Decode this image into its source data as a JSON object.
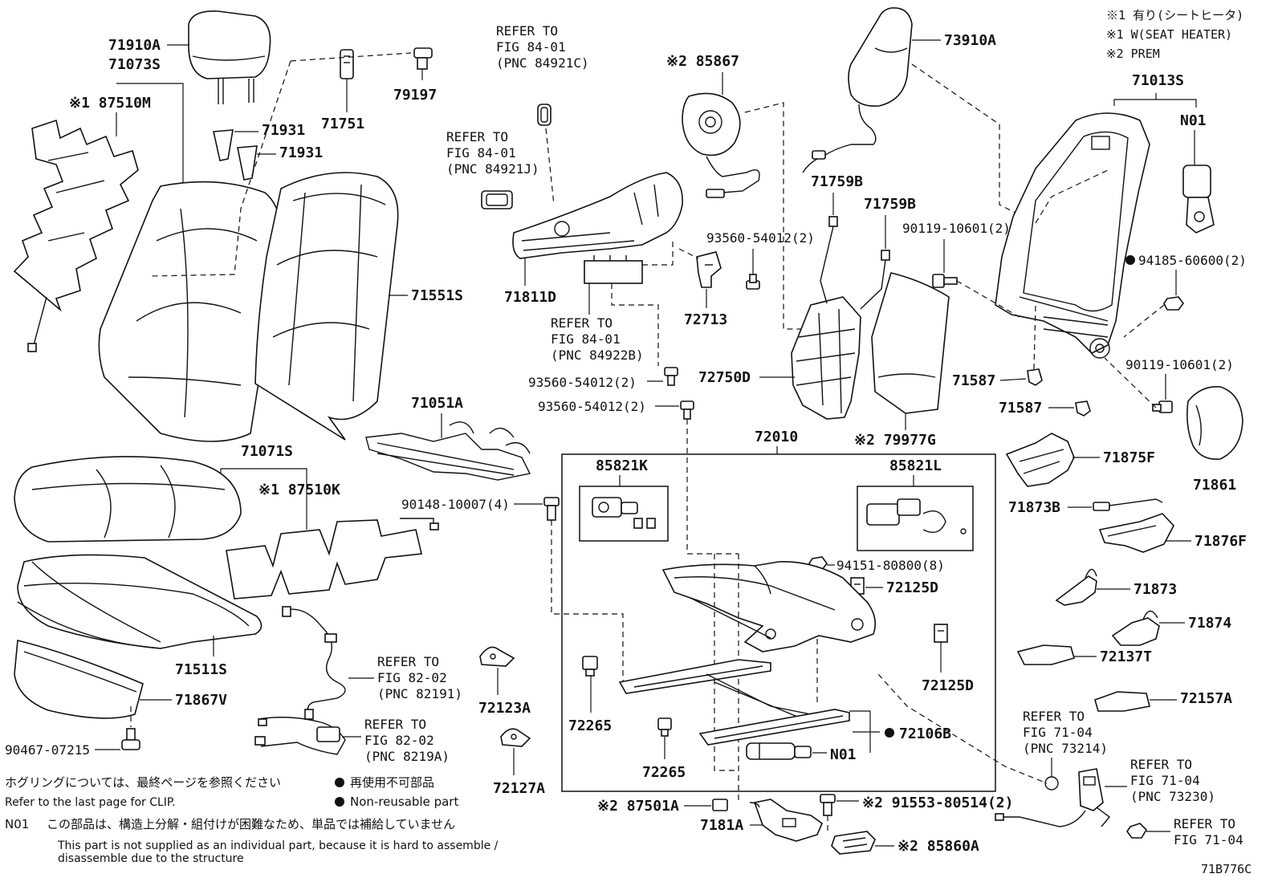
{
  "legend": {
    "line1": "※1 有り(シートヒータ)",
    "line2": "※1 W(SEAT HEATER)",
    "line3": "※2 PREM"
  },
  "labels": {
    "p71910A": "71910A",
    "p71073S": "71073S",
    "p87510M": "※1 87510M",
    "p71751": "71751",
    "p79197": "79197",
    "p71931a": "71931",
    "p71931b": "71931",
    "p71551S": "71551S",
    "p71071S": "71071S",
    "p87510K": "※1 87510K",
    "p71511S": "71511S",
    "p71867V": "71867V",
    "p90467": "90467-07215",
    "p71051A": "71051A",
    "p90148": "90148-10007(4)",
    "p71811D": "71811D",
    "p85867": "※2 85867",
    "p73910A": "73910A",
    "p72713": "72713",
    "p93560a": "93560-54012(2)",
    "p93560b": "93560-54012(2)",
    "p93560c": "93560-54012(2)",
    "p71759Ba": "71759B",
    "p71759Bb": "71759B",
    "p72750D": "72750D",
    "p79977G": "※2 79977G",
    "p72010": "72010",
    "p85821K": "85821K",
    "p85821L": "85821L",
    "p94151": "94151-80800(8)",
    "p72125Da": "72125D",
    "p72125Db": "72125D",
    "p72265a": "72265",
    "p72265b": "72265",
    "p72123A": "72123A",
    "p72127A": "72127A",
    "p72106B": "72106B",
    "pN01b": "N01",
    "p87501A": "※2 87501A",
    "p7181A": "7181A",
    "p91553": "※2 91553-80514(2)",
    "p85860A": "※2 85860A",
    "p71013S": "71013S",
    "pN01a": "N01",
    "p90119a": "90119-10601(2)",
    "p94185": "94185-60600(2)",
    "p71587a": "71587",
    "p71587b": "71587",
    "p90119b": "90119-10601(2)",
    "p71861": "71861",
    "p71875F": "71875F",
    "p71873B": "71873B",
    "p71876F": "71876F",
    "p71873": "71873",
    "p71874": "71874",
    "p72137T": "72137T",
    "p72157A": "72157A"
  },
  "refs": {
    "r1": [
      "REFER TO",
      "FIG 84-01",
      "(PNC 84921C)"
    ],
    "r2": [
      "REFER TO",
      "FIG 84-01",
      "(PNC 84921J)"
    ],
    "r3": [
      "REFER TO",
      "FIG 84-01",
      "(PNC 84922B)"
    ],
    "r4": [
      "REFER TO",
      "FIG 82-02",
      "(PNC 82191)"
    ],
    "r5": [
      "REFER TO",
      "FIG 82-02",
      "(PNC 8219A)"
    ],
    "r6": [
      "REFER TO",
      "FIG 71-04",
      "(PNC 73214)"
    ],
    "r7": [
      "REFER TO",
      "FIG 71-04",
      "(PNC 73230)"
    ],
    "r8": [
      "REFER TO",
      "FIG 71-04"
    ]
  },
  "notes": {
    "clip_jp": "ホグリングについては、最終ページを参照ください",
    "clip_en": "Refer to the last page for CLIP.",
    "nonreuse_jp": "再使用不可部品",
    "nonreuse_en": "Non-reusable part",
    "n01_key": "N01",
    "n01_jp": "この部品は、構造上分解・組付けが困難なため、単品では補給していません",
    "n01_en1": "This part is not supplied as an individual part, because it is hard to assemble /",
    "n01_en2": "disassemble due to the structure"
  },
  "figure_id": "71B776C"
}
